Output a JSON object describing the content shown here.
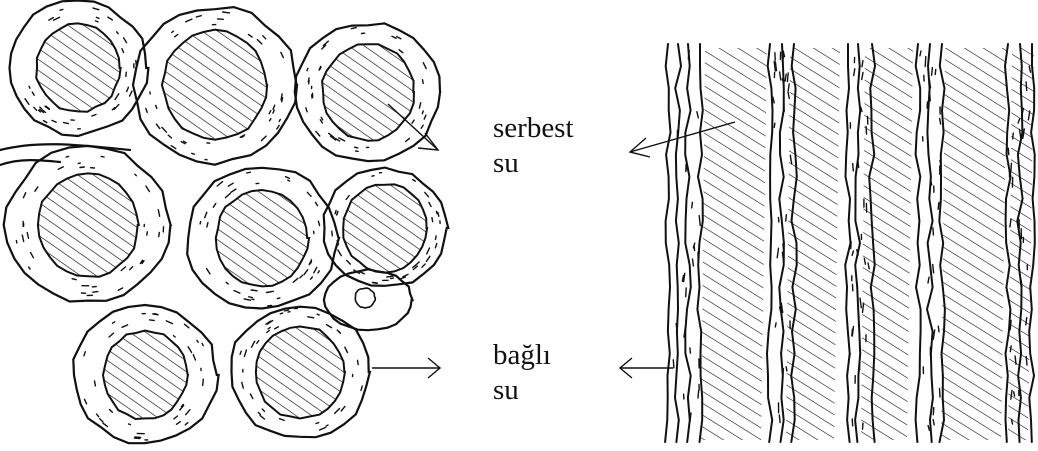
{
  "labels": {
    "free_water_line1": "serbest",
    "free_water_line2": "su",
    "bound_water_line1": "bağlı",
    "bound_water_line2": "su"
  },
  "colors": {
    "ink": "#111111",
    "background": "#ffffff"
  }
}
